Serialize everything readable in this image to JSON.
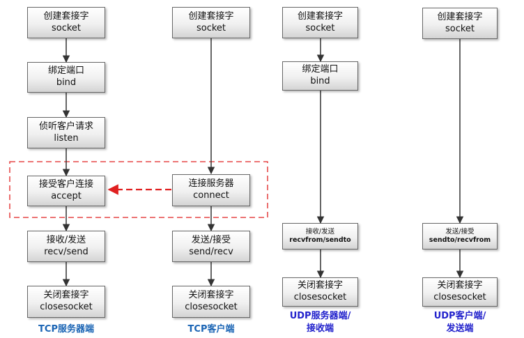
{
  "tcp_server": {
    "socket": {
      "zh": "创建套接字",
      "en": "socket"
    },
    "bind": {
      "zh": "绑定端口",
      "en": "bind"
    },
    "listen": {
      "zh": "侦听客户请求",
      "en": "listen"
    },
    "accept": {
      "zh": "接受客户连接",
      "en": "accept"
    },
    "recv_send": {
      "zh": "接收/发送",
      "en": "recv/send"
    },
    "close": {
      "zh": "关闭套接字",
      "en": "closesocket"
    },
    "caption": "TCP服务器端"
  },
  "tcp_client": {
    "socket": {
      "zh": "创建套接字",
      "en": "socket"
    },
    "connect": {
      "zh": "连接服务器",
      "en": "connect"
    },
    "send_recv": {
      "zh": "发送/接受",
      "en": "send/recv"
    },
    "close": {
      "zh": "关闭套接字",
      "en": "closesocket"
    },
    "caption": "TCP客户端"
  },
  "udp_server": {
    "socket": {
      "zh": "创建套接字",
      "en": "socket"
    },
    "bind": {
      "zh": "绑定端口",
      "en": "bind"
    },
    "recvfrom_sendto": {
      "zh": "接收/发送",
      "en": "recvfrom/sendto"
    },
    "close": {
      "zh": "关闭套接字",
      "en": "closesocket"
    },
    "caption_line1": "UDP服务器端/",
    "caption_line2": "接收端"
  },
  "udp_client": {
    "socket": {
      "zh": "创建套接字",
      "en": "socket"
    },
    "sendto_recvfrom": {
      "zh": "发送/接受",
      "en": "sendto/recvfrom"
    },
    "close": {
      "zh": "关闭套接字",
      "en": "closesocket"
    },
    "caption_line1": "UDP客户端/",
    "caption_line2": "发送端"
  },
  "colors": {
    "box_border": "#666666",
    "arrow": "#333333",
    "dashed_highlight": "#e02020",
    "caption_tcp": "#1a64b4",
    "caption_udp": "#2222cc"
  }
}
